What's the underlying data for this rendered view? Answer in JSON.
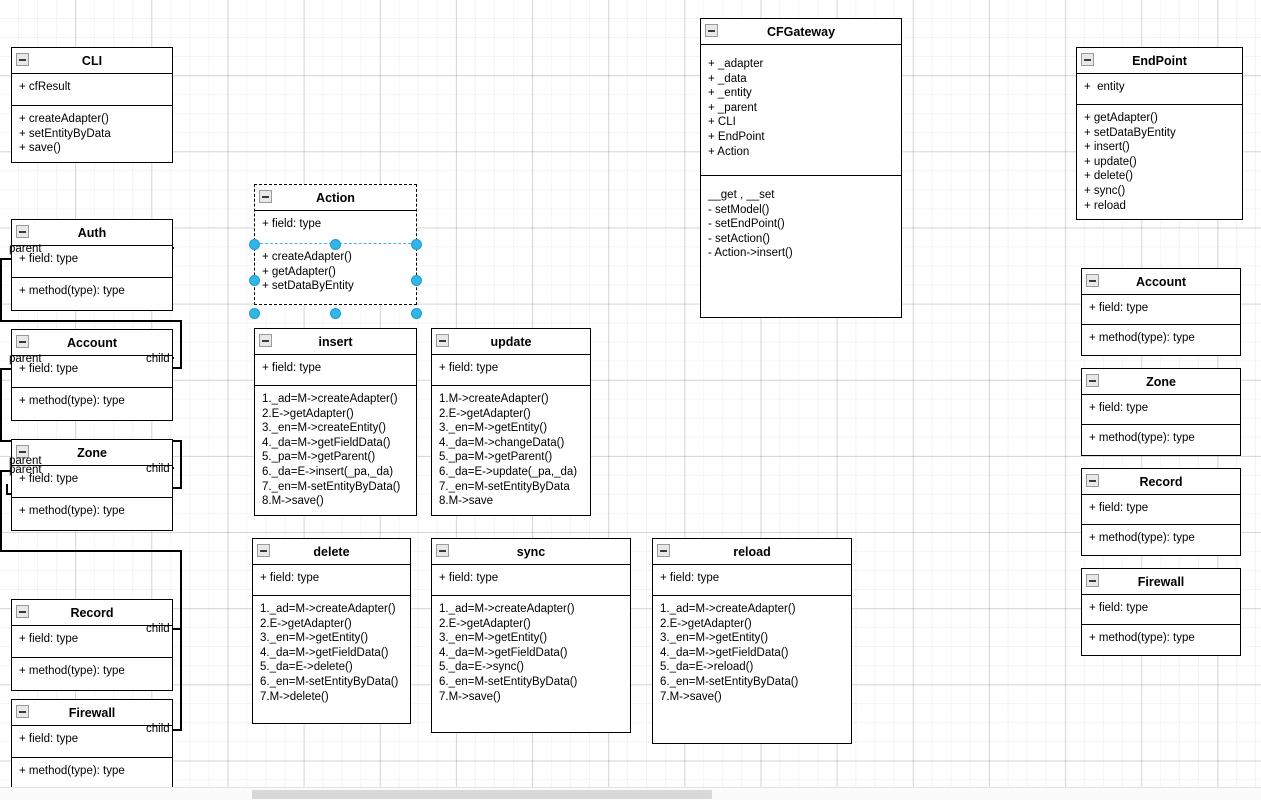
{
  "diagram": {
    "type": "uml-class-diagram",
    "background": "#ffffff",
    "grid": true,
    "accent_selection_color": "#33b5e8",
    "line_color": "#000000"
  },
  "icons": {
    "collapse": "minus-square-icon"
  },
  "classes": {
    "cli": {
      "name": "CLI",
      "attributes": [
        "+ cfResult"
      ],
      "methods": [
        "+ createAdapter()",
        "+ setEntityByData",
        "+ save()"
      ]
    },
    "action": {
      "name": "Action",
      "attributes": [
        "+ field: type"
      ],
      "methods": [
        "+ createAdapter()",
        "+ getAdapter()",
        "+ setDataByEntity"
      ],
      "selected": true
    },
    "cfgateway": {
      "name": "CFGateway",
      "attributes": [
        "+ _adapter",
        "+ _data",
        "+ _entity",
        "+ _parent",
        "+ CLI",
        "+ EndPoint",
        "+ Action"
      ],
      "methods": [
        "__get , __set",
        "- setModel()",
        "- setEndPoint()",
        "- setAction()",
        "- Action->insert()"
      ]
    },
    "endpoint": {
      "name": "EndPoint",
      "attributes": [
        "+  entity"
      ],
      "methods": [
        "+ getAdapter()",
        "+ setDataByEntity",
        "+ insert()",
        "+ update()",
        "+ delete()",
        "+ sync()",
        "+ reload"
      ]
    },
    "auth": {
      "name": "Auth",
      "attributes": [
        "+ field: type"
      ],
      "methods": [
        "+ method(type): type"
      ]
    },
    "account_left": {
      "name": "Account",
      "attributes": [
        "+ field: type"
      ],
      "methods": [
        "+ method(type): type"
      ]
    },
    "zone_left": {
      "name": "Zone",
      "attributes": [
        "+ field: type"
      ],
      "methods": [
        "+ method(type): type"
      ]
    },
    "record_left": {
      "name": "Record",
      "attributes": [
        "+ field: type"
      ],
      "methods": [
        "+ method(type): type"
      ]
    },
    "firewall_left": {
      "name": "Firewall",
      "attributes": [
        "+ field: type"
      ],
      "methods": [
        "+ method(type): type"
      ]
    },
    "account_right": {
      "name": "Account",
      "attributes": [
        "+ field: type"
      ],
      "methods": [
        "+ method(type): type"
      ]
    },
    "zone_right": {
      "name": "Zone",
      "attributes": [
        "+ field: type"
      ],
      "methods": [
        "+ method(type): type"
      ]
    },
    "record_right": {
      "name": "Record",
      "attributes": [
        "+ field: type"
      ],
      "methods": [
        "+ method(type): type"
      ]
    },
    "firewall_right": {
      "name": "Firewall",
      "attributes": [
        "+ field: type"
      ],
      "methods": [
        "+ method(type): type"
      ]
    },
    "insert": {
      "name": "insert",
      "attributes": [
        "+ field: type"
      ],
      "methods": [
        "1._ad=M->createAdapter()",
        "2.E->getAdapter()",
        "3._en=M->createEntity()",
        "4._da=M->getFieldData()",
        "5._pa=M->getParent()",
        "6._da=E->insert(_pa,_da)",
        "7._en=M-setEntityByData()",
        "8.M->save()"
      ]
    },
    "update": {
      "name": "update",
      "attributes": [
        "+ field: type"
      ],
      "methods": [
        "1.M->createAdapter()",
        "2.E->getAdapter()",
        "3._en=M->getEntity()",
        "4._da=M->changeData()",
        "5._pa=M->getParent()",
        "6._da=E->update(_pa,_da)",
        "7._en=M-setEntityByData",
        "8.M->save"
      ]
    },
    "delete": {
      "name": "delete",
      "attributes": [
        "+ field: type"
      ],
      "methods": [
        "1._ad=M->createAdapter()",
        "2.E->getAdapter()",
        "3._en=M->getEntity()",
        "4._da=M->getFieldData()",
        "5._da=E->delete()",
        "6._en=M-setEntityByData()",
        "7.M->delete()"
      ]
    },
    "sync": {
      "name": "sync",
      "attributes": [
        "+ field: type"
      ],
      "methods": [
        "1._ad=M->createAdapter()",
        "2.E->getAdapter()",
        "3._en=M->getEntity()",
        "4._da=M->getFieldData()",
        "5._da=E->sync()",
        "6._en=M-setEntityByData()",
        "7.M->save()"
      ]
    },
    "reload": {
      "name": "reload",
      "attributes": [
        "+ field: type"
      ],
      "methods": [
        "1._ad=M->createAdapter()",
        "2.E->getAdapter()",
        "3._en=M->getEntity()",
        "4._da=M->getFieldData()",
        "5._da=E->reload()",
        "6._en=M-setEntityByData()",
        "7.M->save()"
      ]
    }
  },
  "edge_labels": {
    "auth_parent": "parent",
    "account_parent": "parent",
    "account_child": "child",
    "zone_parent_a": "parent",
    "zone_parent_b": "parent",
    "zone_child": "child",
    "record_child": "child",
    "firewall_child": "child"
  }
}
